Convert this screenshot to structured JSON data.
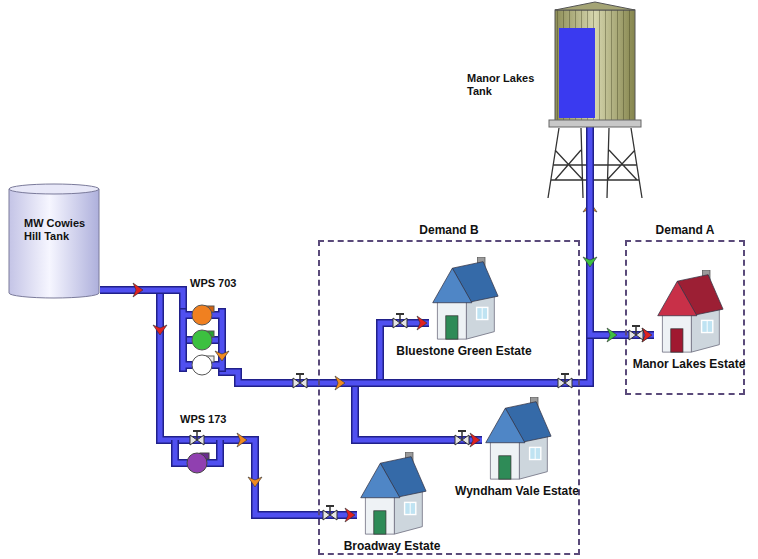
{
  "diagram": {
    "nodes": [
      {
        "text": [
          "MW Cowies Hill Tank"
        ]
      },
      {
        "text": [
          "Manor Lakes Tank"
        ]
      },
      {
        "text": [
          "Demand B"
        ]
      },
      {
        "text": [
          "Bluestone Green Estate"
        ],
        "in": 2
      },
      {
        "text": [
          "Wyndham Vale Estate"
        ],
        "in": 2
      },
      {
        "text": [
          "Broadway Estate"
        ],
        "in": 2
      },
      {
        "text": [
          "Demand A"
        ]
      },
      {
        "text": [
          "Manor Lakes Estate"
        ],
        "in": 6
      }
    ],
    "edges": [
      {
        "from": 0,
        "to": 3,
        "arrow": "to"
      },
      {
        "from": 0,
        "to": 4,
        "arrow": "to"
      },
      {
        "from": 0,
        "to": 5,
        "arrow": "to"
      },
      {
        "from": 0,
        "to": 1,
        "arrow": "to"
      },
      {
        "from": 0,
        "to": 7,
        "arrow": "to"
      },
      {
        "from": 1,
        "to": 7,
        "arrow": "to"
      }
    ],
    "labels": [
      "WPS 703",
      "WPS 173"
    ]
  }
}
